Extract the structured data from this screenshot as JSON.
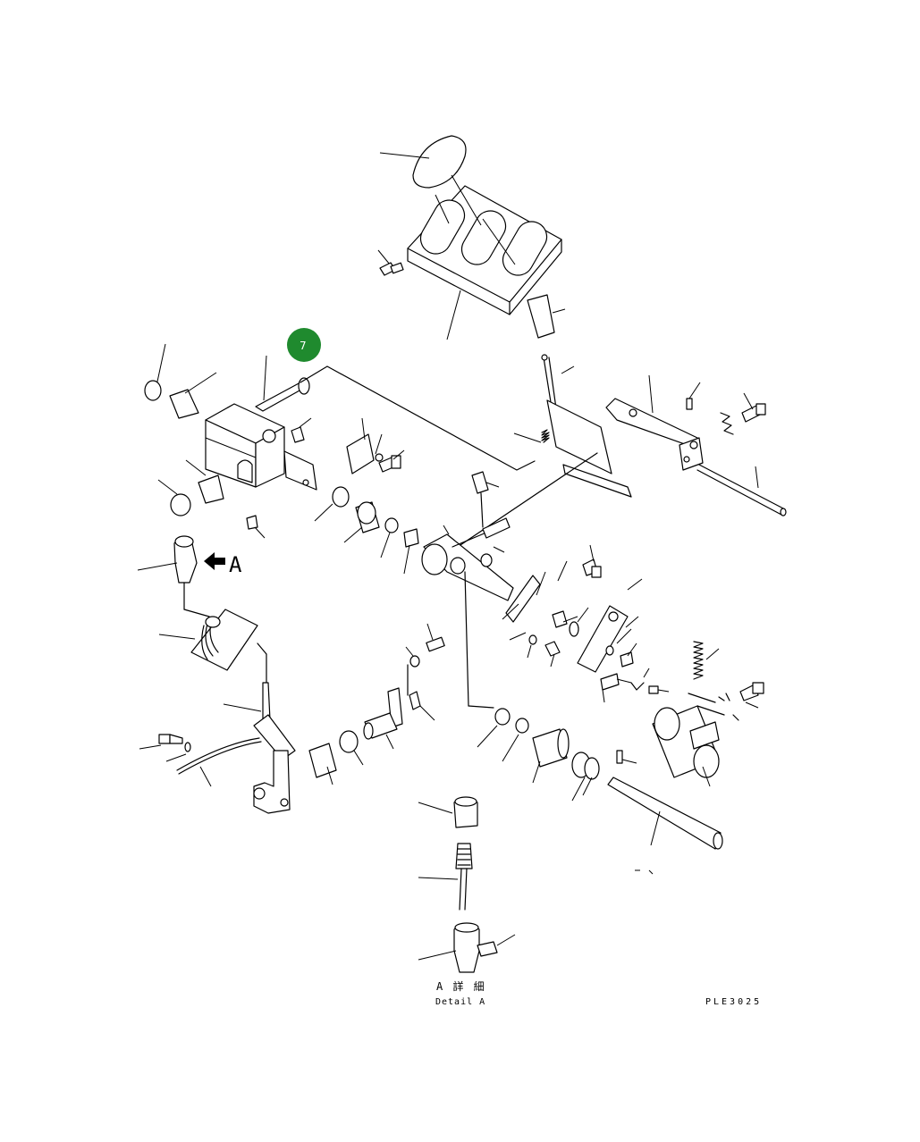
{
  "diagram": {
    "callout": {
      "number": "7",
      "color": "#1f8a2e"
    },
    "arrow_label": "A",
    "detail_title_jp": "A 詳 細",
    "detail_title_en": "Detail A",
    "drawing_code": "PLE3025"
  }
}
